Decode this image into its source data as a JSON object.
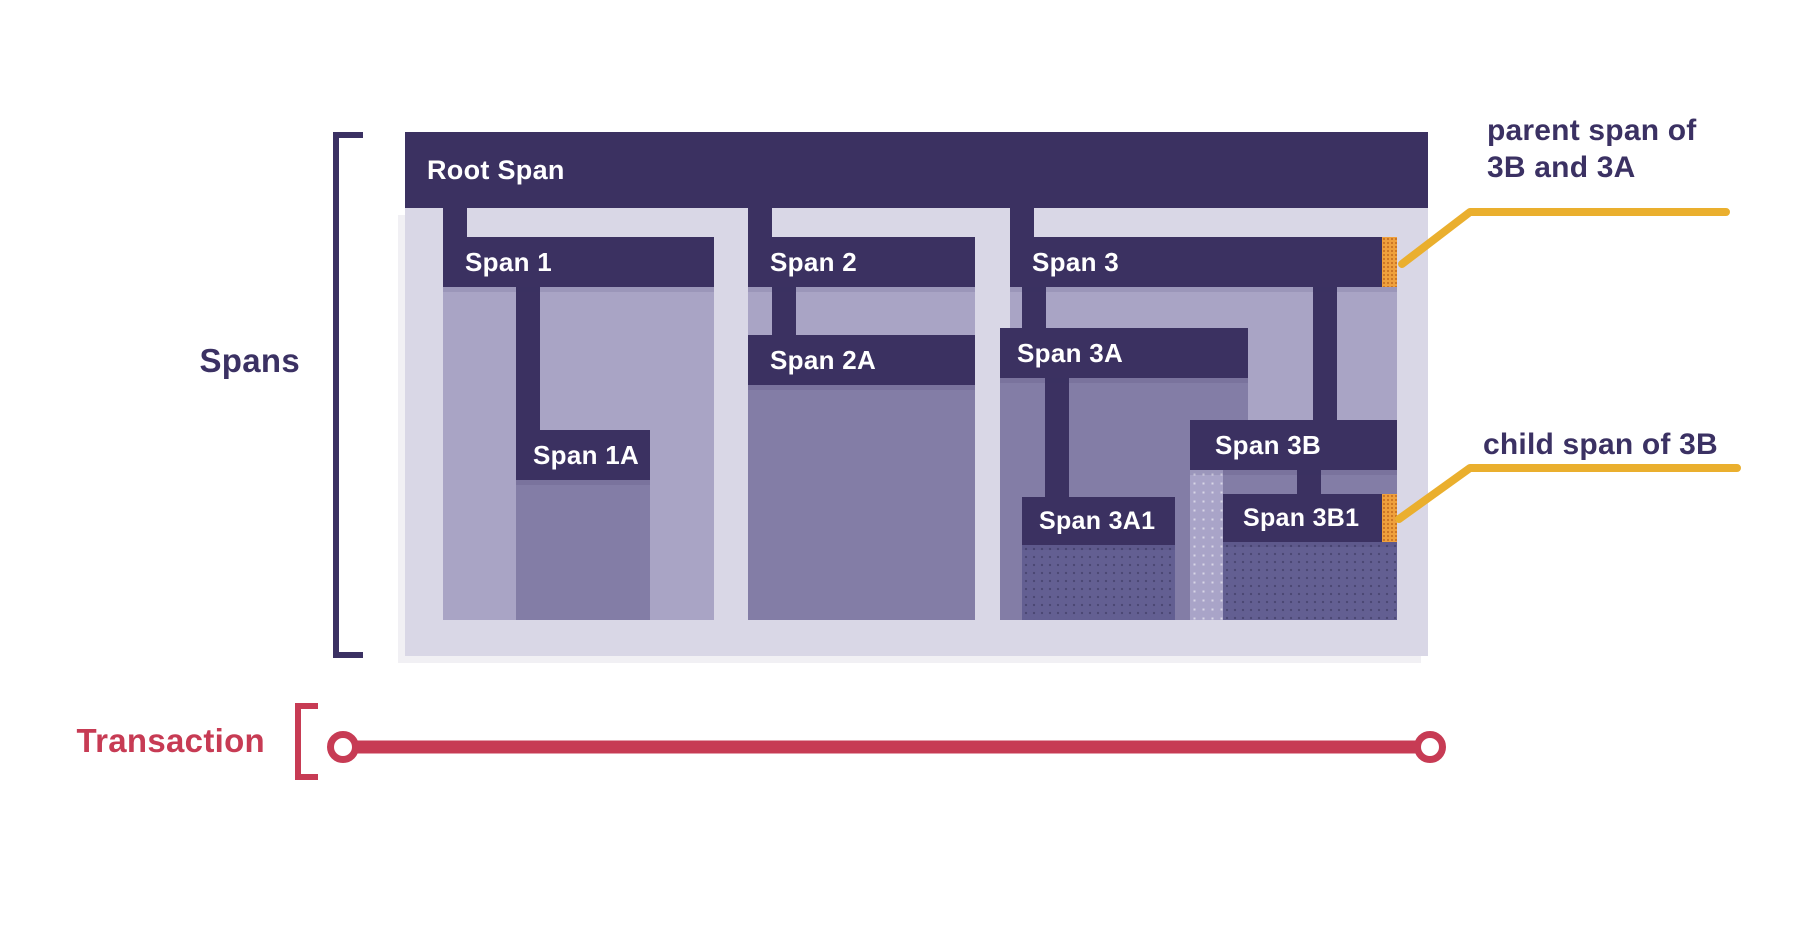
{
  "labels": {
    "spans": "Spans",
    "transaction": "Transaction"
  },
  "spans": {
    "root": {
      "label": "Root Span"
    },
    "span1": {
      "label": "Span 1"
    },
    "span1a": {
      "label": "Span 1A"
    },
    "span2": {
      "label": "Span 2"
    },
    "span2a": {
      "label": "Span 2A"
    },
    "span3": {
      "label": "Span 3"
    },
    "span3a": {
      "label": "Span 3A"
    },
    "span3a1": {
      "label": "Span 3A1"
    },
    "span3b": {
      "label": "Span 3B"
    },
    "span3b1": {
      "label": "Span 3B1"
    }
  },
  "annotations": {
    "parent_line1": "parent span of",
    "parent_line2": "3B and 3A",
    "child": "child span of 3B"
  },
  "colors": {
    "span_bar_dark": "#3b3161",
    "root_container_light": "#d9d7e6",
    "duration_medium": "#a9a4c5",
    "duration_dark": "#837da6",
    "duration_deepest": "#635f92",
    "highlight_marker_orange": "#efa03c",
    "callout_line_yellow": "#eaaf2e",
    "transaction_red": "#c73b54",
    "label_indigo": "#3b3163"
  }
}
